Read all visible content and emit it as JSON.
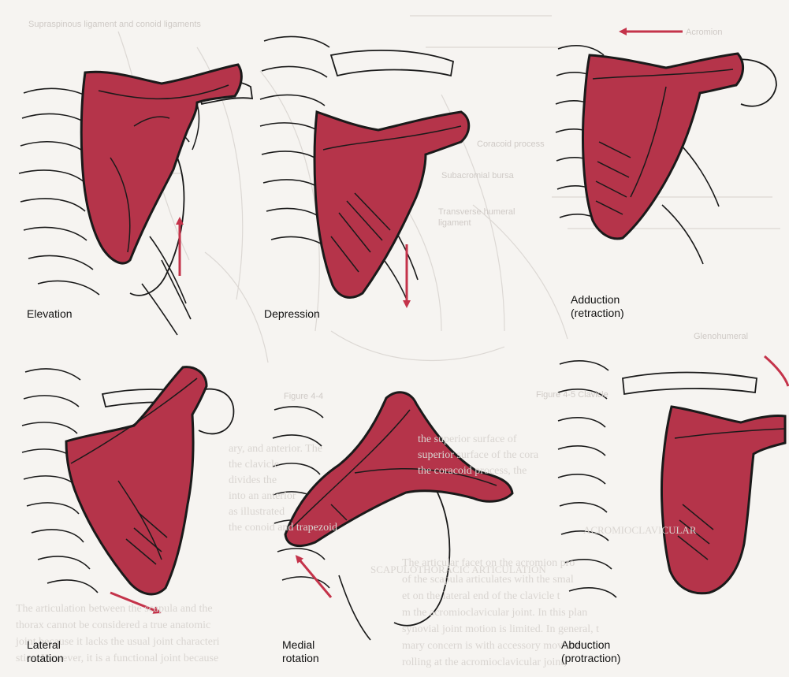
{
  "figure": {
    "panels": [
      {
        "id": "elevation",
        "label": "Elevation"
      },
      {
        "id": "depression",
        "label": "Depression"
      },
      {
        "id": "adduction",
        "label": "Adduction\n(retraction)"
      },
      {
        "id": "lateral-rotation",
        "label": "Lateral\nrotation"
      },
      {
        "id": "medial-rotation",
        "label": "Medial\nrotation"
      },
      {
        "id": "abduction",
        "label": "Abduction\n(protraction)"
      }
    ]
  },
  "colors": {
    "scapula_fill": "#b5344a",
    "outline": "#1a1a1a",
    "arrow": "#c4334a",
    "background": "#f6f4f1",
    "bleed_text": "#d9d5d1"
  },
  "background_bleed": {
    "fragments": [
      "Supraspinous ligament  and conoid ligaments",
      "Coracoid process",
      "Subacromial bursa",
      "Transverse humeral\nligament",
      "Acromion",
      "Glenohumeral",
      "the superior surface of\nsuperior surface of the cora\nthe coracoid process, the",
      "ACROMIOCLAVICULAR",
      "The articular facet on the acromion pro\nof the scapula articulates with the smal\net on the lateral end of the clavicle t\nm the acromioclavicular joint. In this plan\nsynovial joint motion is limited. In general, t\nmary concern is with accessory movement\nrolling at the acromioclavicular joint,",
      "ary, and anterior. The\nthe clavicle\ndivides the\ninto an anterior\nas illustrated\nthe conoid and trapezoid",
      "SCAPULOTHORACIC ARTICULATION",
      "The articulation between the scapula and the\nthorax cannot be considered a true anatomic\njoint because it lacks the usual joint characteri\nstics. However, it is a functional joint because",
      "Figure 4-4",
      "Figure 4-5  Clavicle"
    ]
  }
}
